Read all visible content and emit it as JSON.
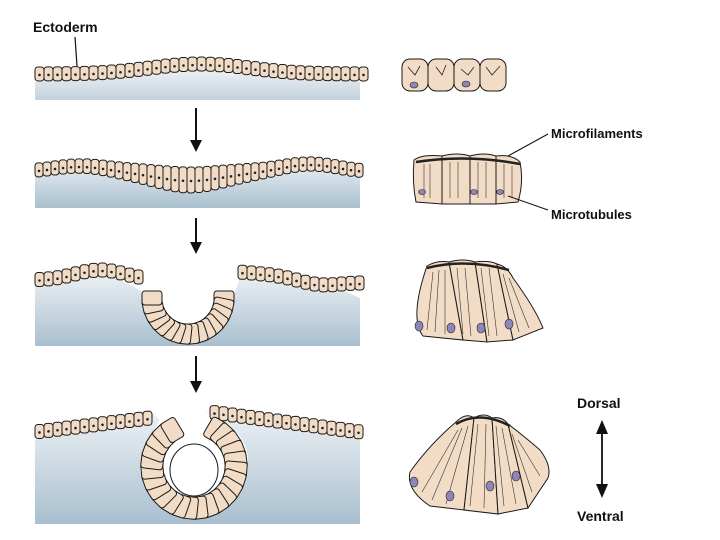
{
  "labels": {
    "ectoderm": "Ectoderm",
    "microfilaments": "Microfilaments",
    "microtubules": "Microtubules",
    "dorsal": "Dorsal",
    "ventral": "Ventral"
  },
  "colors": {
    "cell_fill": "#f3dcc6",
    "cell_outline": "#1a1a1a",
    "nucleus_dark": "#222222",
    "nucleus_purple": "#8e86b8",
    "mesoderm_light": "#e8eef3",
    "mesoderm_dark": "#a9bfcf"
  },
  "stages": [
    "flat ectoderm",
    "neural plate thickening",
    "neural groove",
    "neural tube closing"
  ]
}
